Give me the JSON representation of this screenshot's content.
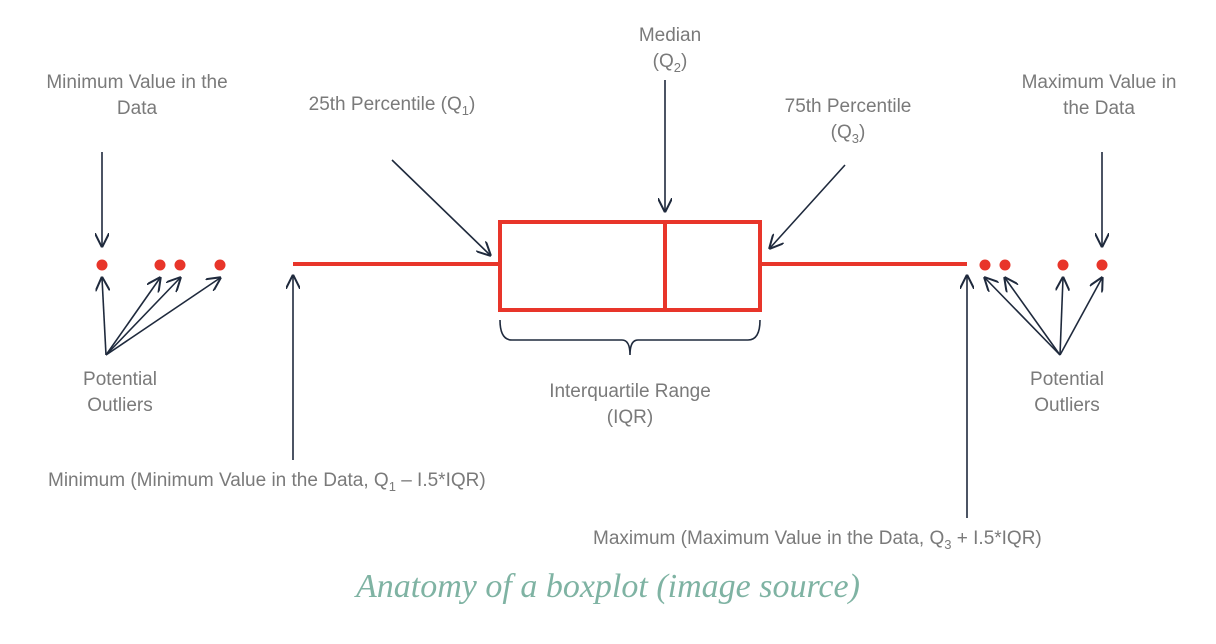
{
  "labels": {
    "min_value": [
      "Minimum Value in the",
      "Data"
    ],
    "q1": {
      "pre": "25th Percentile (Q",
      "sub": "1",
      "post": ")"
    },
    "median": {
      "line1": "Median",
      "pre": "(Q",
      "sub": "2",
      "post": ")"
    },
    "q3": {
      "line1": "75th Percentile",
      "pre": "(Q",
      "sub": "3",
      "post": ")"
    },
    "max_value": [
      "Maximum Value in",
      "the Data"
    ],
    "outliers_left": [
      "Potential",
      "Outliers"
    ],
    "outliers_right": [
      "Potential",
      "Outliers"
    ],
    "iqr": [
      "Interquartile Range",
      "(IQR)"
    ],
    "minimum": {
      "pre": "Minimum (Minimum Value in the Data, Q",
      "sub": "1",
      "post": " – I.5*IQR)"
    },
    "maximum": {
      "pre": "Maximum (Maximum Value in the Data, Q",
      "sub": "3",
      "post": " + I.5*IQR)"
    }
  },
  "caption": "Anatomy of a boxplot (image source)",
  "colors": {
    "box": "#e8352a",
    "arrow": "#1f2a3d",
    "text": "#7a7a7a",
    "caption": "#7fb3a3"
  }
}
